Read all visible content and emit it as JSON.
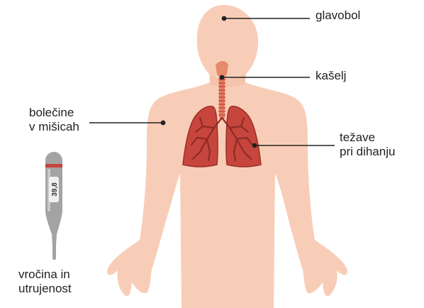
{
  "colors": {
    "skin": "#f8cdb7",
    "skin_shadow": "#f2bca3",
    "lung": "#c6463d",
    "lung_dark": "#8f2a24",
    "lung_outline": "#9b2f27",
    "airway": "#e07a5e",
    "throat": "#e58a6a",
    "leader_line": "#222222",
    "thermometer_body": "#a3a3a3",
    "thermometer_highlight": "#c9c9c9",
    "thermometer_band": "#c8423a",
    "thermometer_display": "#f0f0f0"
  },
  "labels": {
    "headache": "glavobol",
    "cough": "kašelj",
    "muscle_pain": [
      "bolečine",
      "v mišicah"
    ],
    "breathing": [
      "težave",
      "pri dihanju"
    ],
    "fever_fatigue": [
      "vročina in",
      "utrujenost"
    ]
  },
  "thermometer": {
    "reading": "39,8"
  }
}
